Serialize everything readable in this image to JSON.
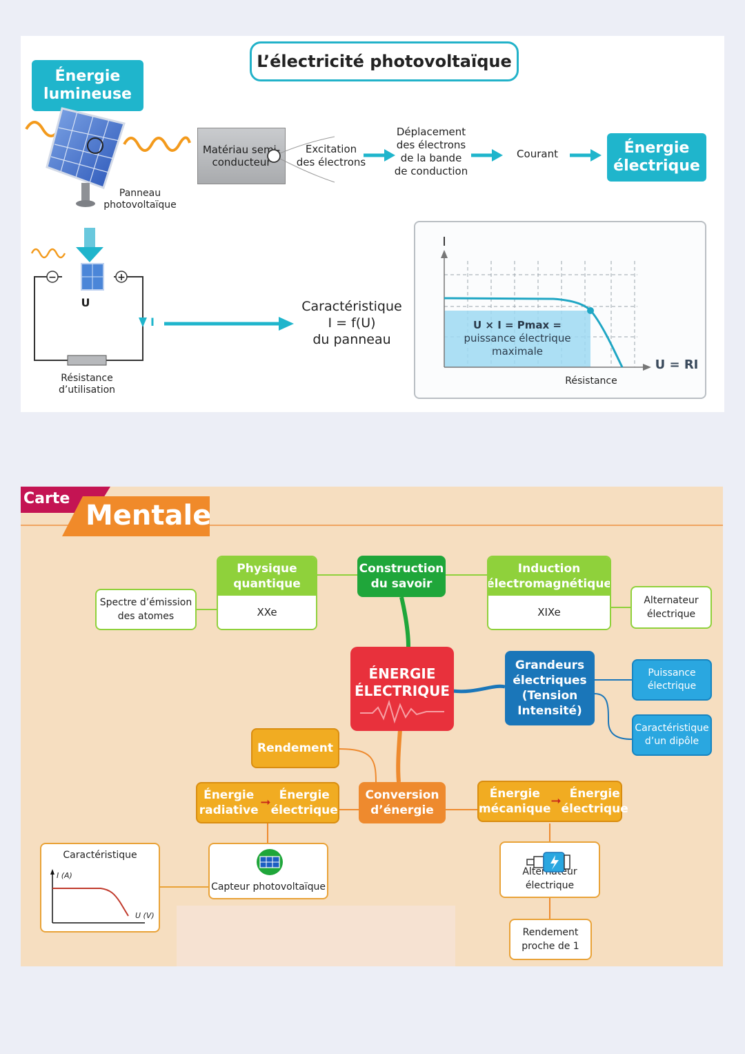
{
  "photovoltaic": {
    "title": "L’électricité photovoltaïque",
    "energie_lumineuse": "Énergie lumineuse",
    "panneau": "Panneau photovoltaïque",
    "materiau": "Matériau semi-conducteur",
    "excitation": "Excitation des électrons",
    "deplacement": "Déplacement des électrons de la bande de conduction",
    "courant": "Courant",
    "energie_electrique": "Énergie électrique",
    "minus": "−",
    "plus": "+",
    "u_label": "U",
    "i_label": "I",
    "resistance_utilisation": "Résistance d’utilisation",
    "caracteristique": "Caractéristique",
    "i_equals": "I = f(U)",
    "du_panneau": "du panneau",
    "graph": {
      "y_axis": "I",
      "x_axis": "U = RI",
      "area_formula": "U × I = Pmax =",
      "area_text": "puissance électrique maximale",
      "curve_label": "Résistance"
    }
  },
  "mindmap": {
    "carte": "Carte",
    "mentale": "Mentale",
    "center": "ÉNERGIE ÉLECTRIQUE",
    "construction": "Construction du savoir",
    "physique_quantique": "Physique quantique",
    "physique_century": "XXe",
    "induction": "Induction électromagnétique",
    "induction_century": "XIXe",
    "spectre": "Spectre d’émission des atomes",
    "alternateur_elec": "Alternateur électrique",
    "grandeurs": "Grandeurs électriques (Tension Intensité)",
    "puissance": "Puissance électrique",
    "caract_dipole": "Caractéristique d’un dipôle",
    "rendement": "Rendement",
    "conversion": "Conversion d’énergie",
    "conv_left": {
      "from": "Énergie radiative",
      "to": "Énergie électrique"
    },
    "conv_right": {
      "from": "Énergie mécanique",
      "to": "Énergie électrique"
    },
    "caracteristique_box": {
      "title": "Caractéristique",
      "y_axis": "I (A)",
      "x_axis": "U (V)"
    },
    "capteur": "Capteur photovoltaïque",
    "alternateur_elec2": "Alternateur électrique",
    "rendement_proche": "Rendement proche de 1"
  },
  "colors": {
    "cyan": "#1fb5cc",
    "green": "#8fd13b",
    "dark_green": "#1fa63a",
    "orange": "#f1ac22",
    "red": "#e8313c",
    "blue": "#1a76b9"
  }
}
